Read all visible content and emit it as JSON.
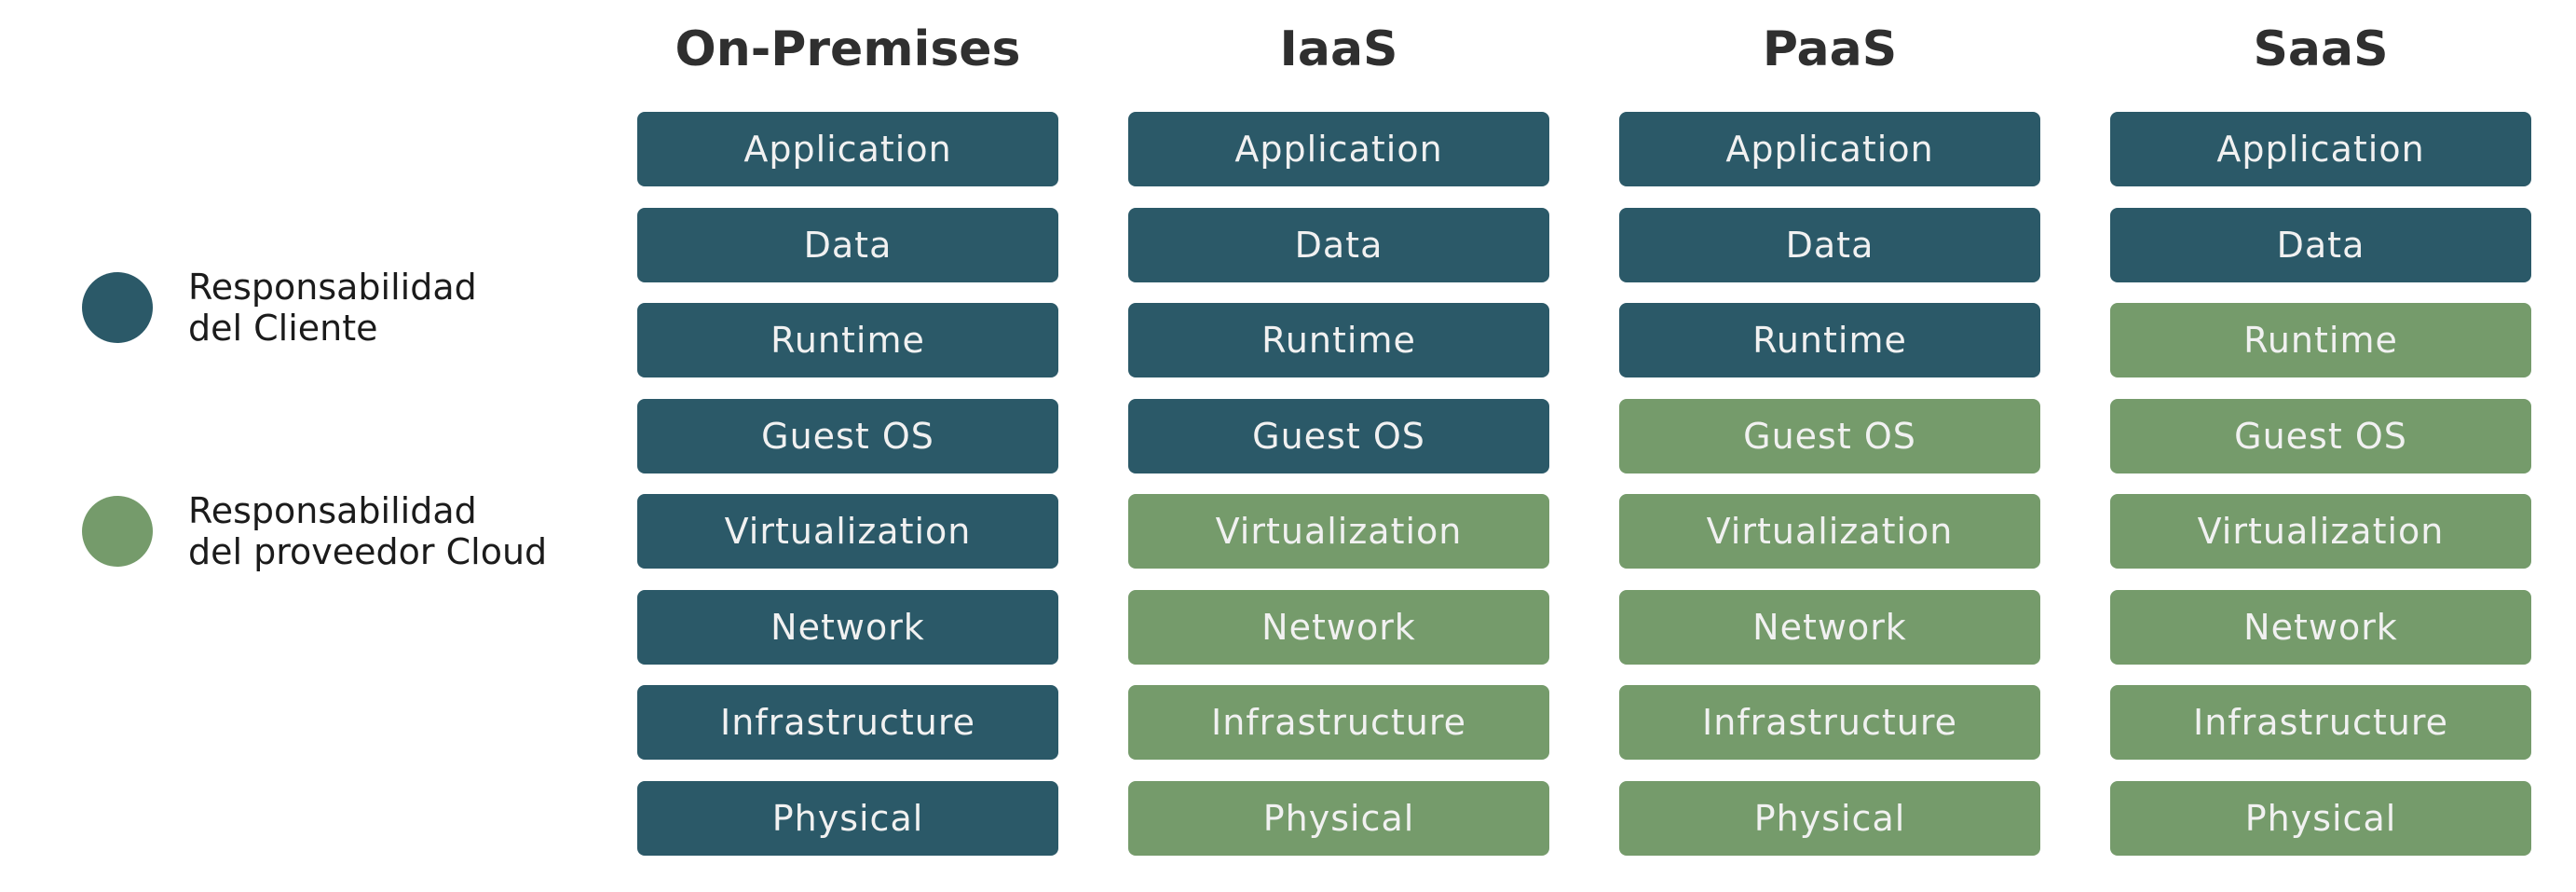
{
  "colors": {
    "customer": "#2b5968",
    "provider": "#759b6b"
  },
  "legend": {
    "customer": [
      "Responsabilidad",
      "del Cliente"
    ],
    "provider": [
      "Responsabilidad",
      "del proveedor Cloud"
    ]
  },
  "columns": [
    {
      "title": "On-Premises",
      "layers": [
        {
          "label": "Application",
          "owner": "customer"
        },
        {
          "label": "Data",
          "owner": "customer"
        },
        {
          "label": "Runtime",
          "owner": "customer"
        },
        {
          "label": "Guest OS",
          "owner": "customer"
        },
        {
          "label": "Virtualization",
          "owner": "customer"
        },
        {
          "label": "Network",
          "owner": "customer"
        },
        {
          "label": "Infrastructure",
          "owner": "customer"
        },
        {
          "label": "Physical",
          "owner": "customer"
        }
      ]
    },
    {
      "title": "IaaS",
      "layers": [
        {
          "label": "Application",
          "owner": "customer"
        },
        {
          "label": "Data",
          "owner": "customer"
        },
        {
          "label": "Runtime",
          "owner": "customer"
        },
        {
          "label": "Guest OS",
          "owner": "customer"
        },
        {
          "label": "Virtualization",
          "owner": "provider"
        },
        {
          "label": "Network",
          "owner": "provider"
        },
        {
          "label": "Infrastructure",
          "owner": "provider"
        },
        {
          "label": "Physical",
          "owner": "provider"
        }
      ]
    },
    {
      "title": "PaaS",
      "layers": [
        {
          "label": "Application",
          "owner": "customer"
        },
        {
          "label": "Data",
          "owner": "customer"
        },
        {
          "label": "Runtime",
          "owner": "customer"
        },
        {
          "label": "Guest OS",
          "owner": "provider"
        },
        {
          "label": "Virtualization",
          "owner": "provider"
        },
        {
          "label": "Network",
          "owner": "provider"
        },
        {
          "label": "Infrastructure",
          "owner": "provider"
        },
        {
          "label": "Physical",
          "owner": "provider"
        }
      ]
    },
    {
      "title": "SaaS",
      "layers": [
        {
          "label": "Application",
          "owner": "customer"
        },
        {
          "label": "Data",
          "owner": "customer"
        },
        {
          "label": "Runtime",
          "owner": "provider"
        },
        {
          "label": "Guest OS",
          "owner": "provider"
        },
        {
          "label": "Virtualization",
          "owner": "provider"
        },
        {
          "label": "Network",
          "owner": "provider"
        },
        {
          "label": "Infrastructure",
          "owner": "provider"
        },
        {
          "label": "Physical",
          "owner": "provider"
        }
      ]
    }
  ]
}
